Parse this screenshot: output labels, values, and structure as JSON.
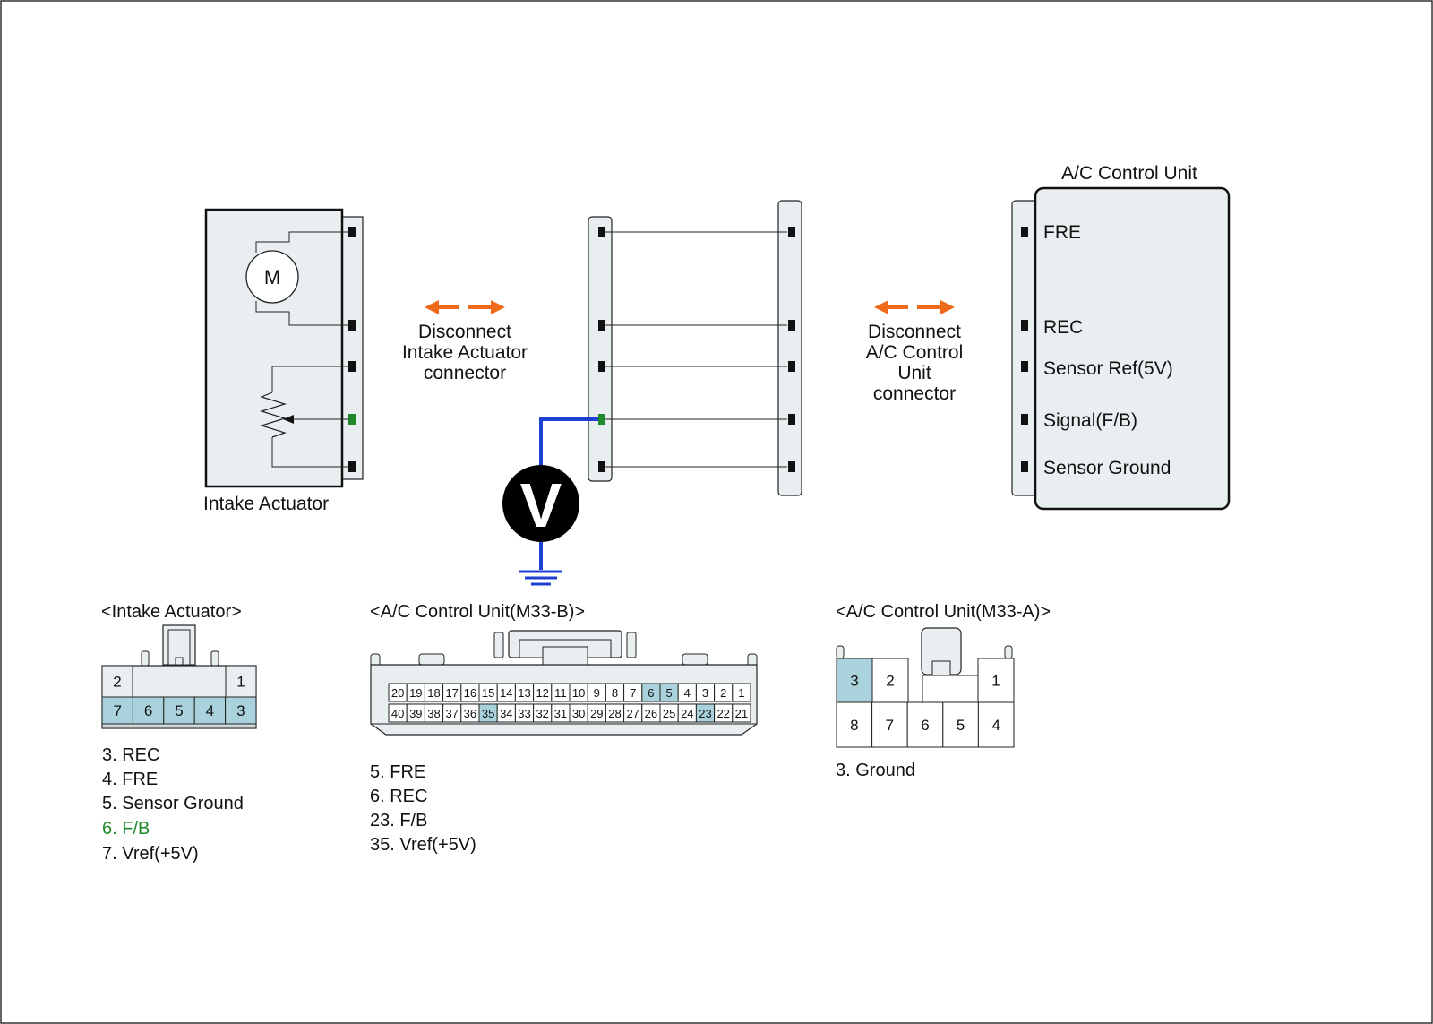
{
  "colors": {
    "panel": "#e9eff0",
    "accent_arrow": "#f06a1c",
    "meter_wire": "#1f3fd0",
    "fb_pin": "#1e8a2a",
    "highlight_pin": "#a9d2dc"
  },
  "icons": [
    "motor-icon",
    "potentiometer-icon",
    "voltmeter-icon",
    "ground-icon",
    "disconnect-arrow-icon"
  ],
  "schematic": {
    "actuator_label": "Intake Actuator",
    "motor_symbol": "M",
    "disconnect_left": [
      "Disconnect",
      "Intake Actuator",
      "connector"
    ],
    "disconnect_right": [
      "Disconnect",
      "A/C Control",
      "Unit",
      "connector"
    ],
    "voltmeter_symbol": "V",
    "control_unit_title": "A/C Control Unit",
    "control_unit_terminals": [
      "FRE",
      "REC",
      "Sensor Ref(5V)",
      "Signal(F/B)",
      "Sensor Ground"
    ]
  },
  "intake_connector": {
    "title": "<Intake Actuator>",
    "top_pins": [
      "2",
      "1"
    ],
    "bottom_pins": [
      "7",
      "6",
      "5",
      "4",
      "3"
    ],
    "legend": [
      "3. REC",
      "4. FRE",
      "5. Sensor Ground",
      "6. F/B",
      "7. Vref(+5V)"
    ]
  },
  "m33b_connector": {
    "title": "<A/C Control Unit(M33-B)>",
    "top_pins": [
      "20",
      "19",
      "18",
      "17",
      "16",
      "15",
      "14",
      "13",
      "12",
      "11",
      "10",
      "9",
      "8",
      "7",
      "6",
      "5",
      "4",
      "3",
      "2",
      "1"
    ],
    "bottom_pins": [
      "40",
      "39",
      "38",
      "37",
      "36",
      "35",
      "34",
      "33",
      "32",
      "31",
      "30",
      "29",
      "28",
      "27",
      "26",
      "25",
      "24",
      "23",
      "22",
      "21"
    ],
    "highlighted": [
      "6",
      "5",
      "35",
      "23"
    ],
    "legend": [
      "5. FRE",
      "6. REC",
      "23. F/B",
      "35. Vref(+5V)"
    ]
  },
  "m33a_connector": {
    "title": "<A/C Control Unit(M33-A)>",
    "top_pins": [
      "3",
      "2",
      "1"
    ],
    "bottom_pins": [
      "8",
      "7",
      "6",
      "5",
      "4"
    ],
    "highlighted": [
      "3"
    ],
    "legend": [
      "3. Ground"
    ]
  }
}
